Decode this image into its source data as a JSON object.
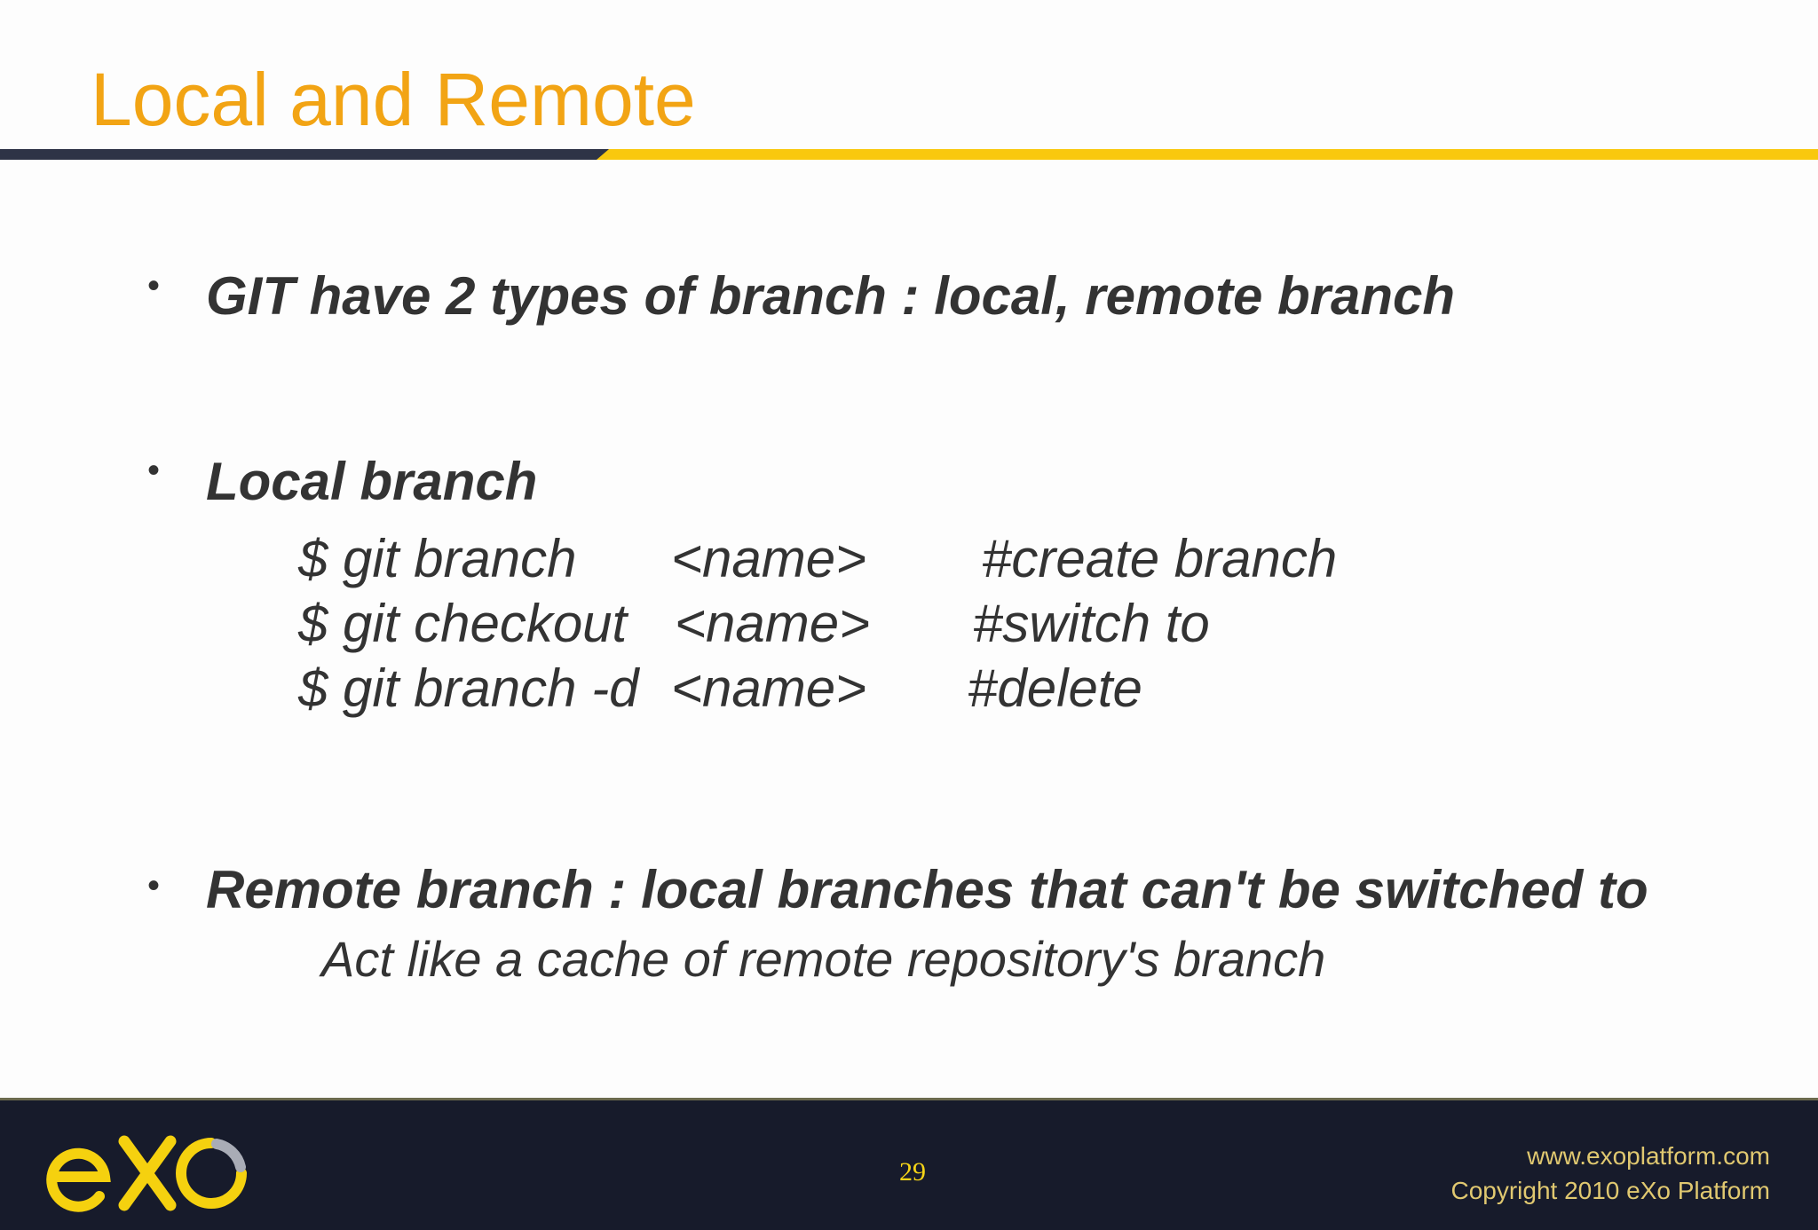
{
  "slide": {
    "title": "Local and Remote",
    "bullets": [
      {
        "text": "GIT have 2 types of branch : local, remote branch"
      },
      {
        "text": "Local branch",
        "commands": [
          {
            "command": "$ git branch",
            "arg": "<name>",
            "comment": "#create branch"
          },
          {
            "command": "$ git checkout",
            "arg": "<name>",
            "comment": "#switch to"
          },
          {
            "command": "$ git branch -d",
            "arg": "<name>",
            "comment": "#delete"
          }
        ]
      },
      {
        "text": "Remote branch : local branches that can't be switched to",
        "sub": "Act like a cache of remote repository's branch"
      }
    ]
  },
  "footer": {
    "logo_text": "eXo",
    "page_number": "29",
    "website": "www.exoplatform.com",
    "copyright": "Copyright 2010 eXo Platform"
  },
  "colors": {
    "title": "#f2a414",
    "accent_yellow": "#f9c80e",
    "dark_navy": "#2e3346",
    "footer_bg": "#171b2b",
    "body_text": "#333333"
  }
}
